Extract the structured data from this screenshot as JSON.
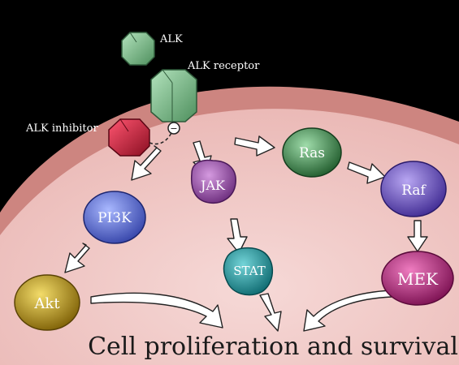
{
  "labels": {
    "alk": "ALK",
    "alk_receptor": "ALK receptor",
    "alk_inhibitor": "ALK inhibitor",
    "inhibit_symbol": "−",
    "outcome": "Cell proliferation and survival"
  },
  "nodes": {
    "pi3k": "PI3K",
    "akt": "Akt",
    "jak": "JAK",
    "stat": "STAT",
    "ras": "Ras",
    "raf": "Raf",
    "mek": "MEK"
  },
  "colors": {
    "background": "#000000",
    "cell_membrane": "#cf8a86",
    "cytoplasm": "#f0c8c6",
    "alk": "#7fbf8e",
    "inhibitor": "#c0203a",
    "pi3k": "#4f5fc8",
    "akt": "#c9a21a",
    "jak": "#9c4fa8",
    "stat": "#1e9aa0",
    "ras": "#3f8f4c",
    "raf": "#6f55c4",
    "mek": "#b0207a"
  }
}
